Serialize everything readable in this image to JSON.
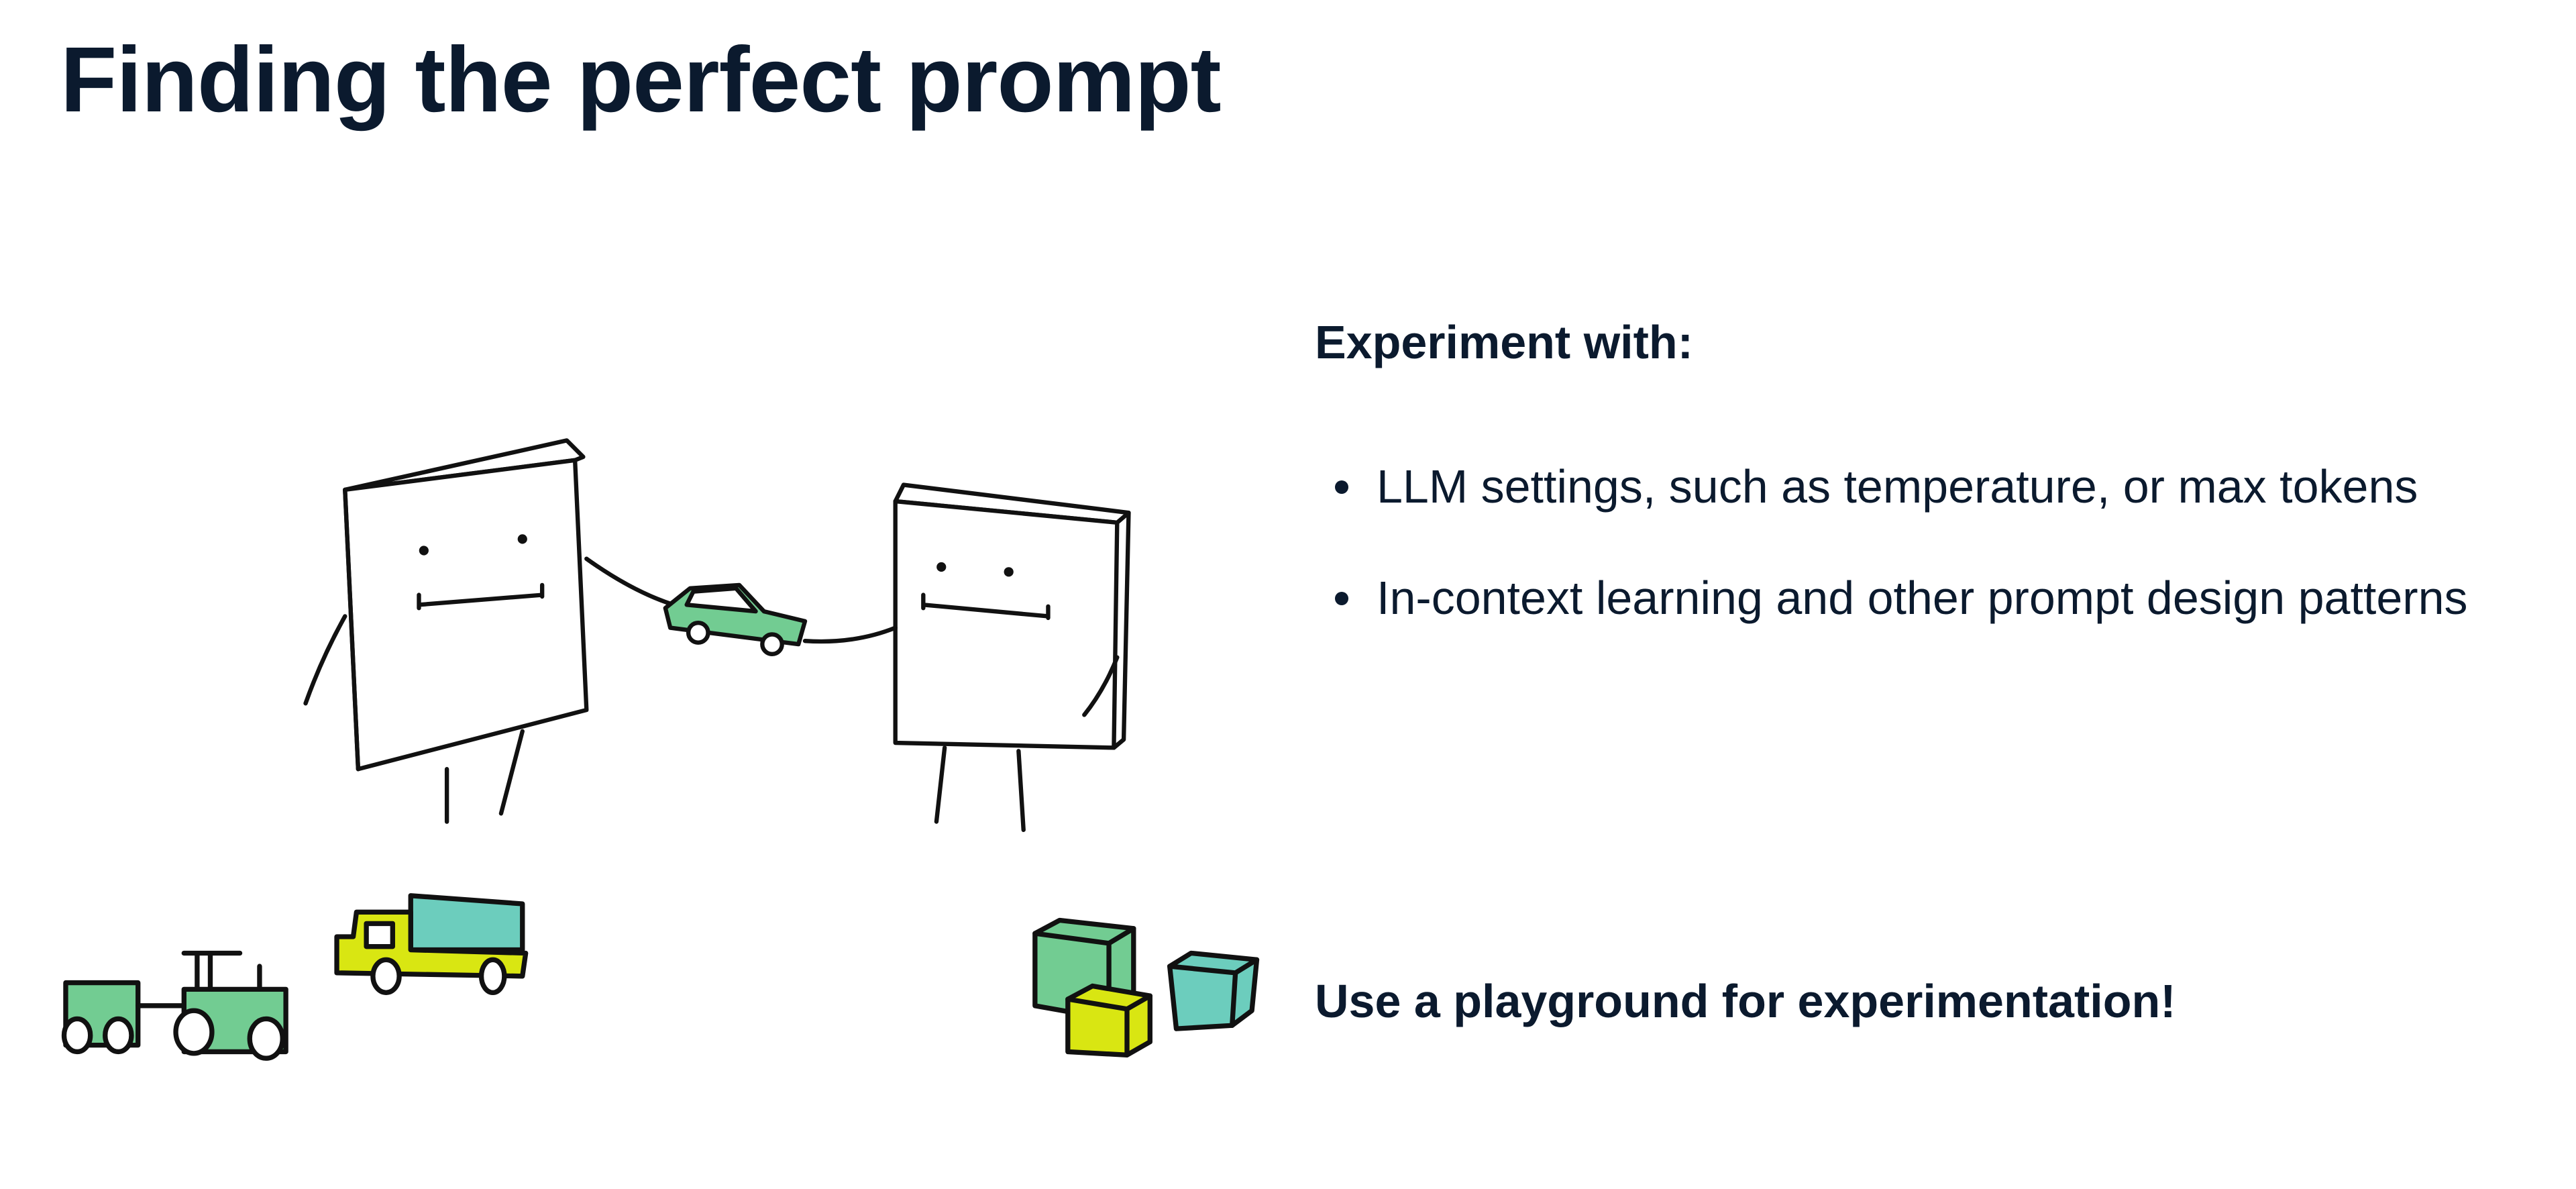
{
  "title": "Finding the perfect prompt",
  "content": {
    "heading": "Experiment with:",
    "bullets": [
      "LLM settings, such as temperature, or max tokens",
      "In-context learning and other prompt design patterns"
    ],
    "call_to_action": "Use a playground for experimentation!"
  },
  "colors": {
    "text": "#0b1a2e",
    "green": "#72cc92",
    "teal": "#6ccdbd",
    "yellow": "#d9e612"
  }
}
